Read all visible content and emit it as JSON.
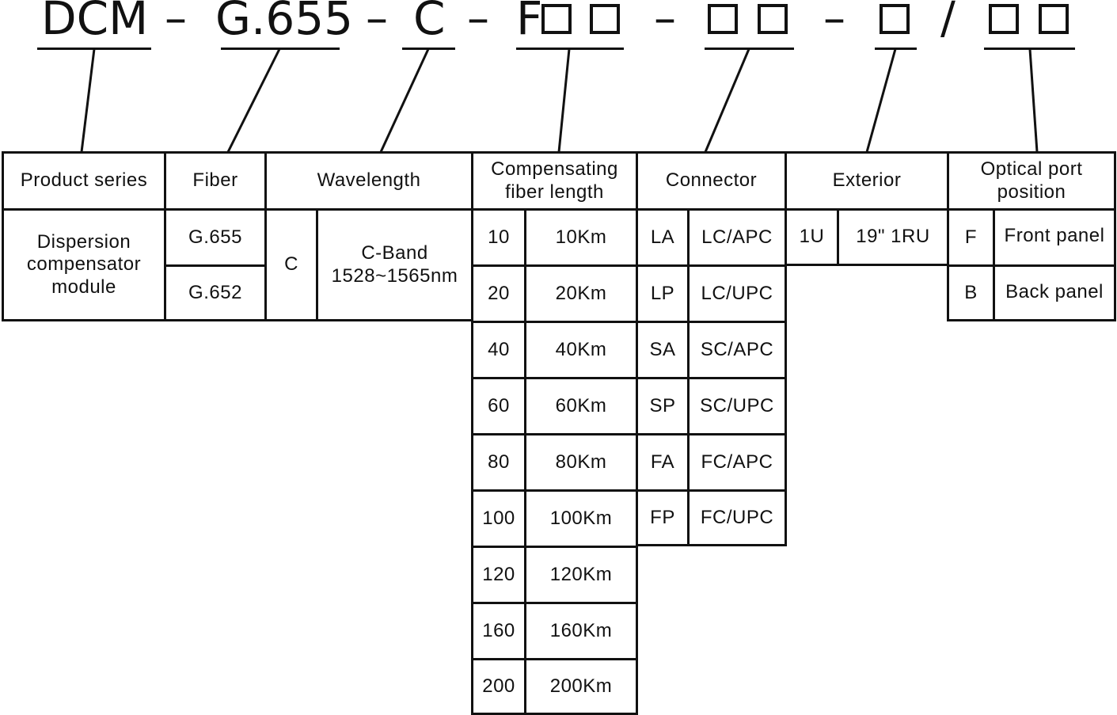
{
  "code": {
    "segments": [
      "DCM",
      "G.655",
      "C",
      "F"
    ],
    "separators": [
      "–",
      "–",
      "–",
      "–",
      "–",
      "/"
    ]
  },
  "headers": {
    "product_series": "Product series",
    "fiber": "Fiber",
    "wavelength": "Wavelength",
    "compensating_length": "Compensating fiber length",
    "connector": "Connector",
    "exterior": "Exterior",
    "optical_port": "Optical port position"
  },
  "product_series": {
    "value": "Dispersion compensator module"
  },
  "fiber": [
    "G.655",
    "G.652"
  ],
  "wavelength": {
    "code": "C",
    "name": "C-Band",
    "range": "1528~1565nm"
  },
  "compensating_length": [
    {
      "code": "10",
      "label": "10Km"
    },
    {
      "code": "20",
      "label": "20Km"
    },
    {
      "code": "40",
      "label": "40Km"
    },
    {
      "code": "60",
      "label": "60Km"
    },
    {
      "code": "80",
      "label": "80Km"
    },
    {
      "code": "100",
      "label": "100Km"
    },
    {
      "code": "120",
      "label": "120Km"
    },
    {
      "code": "160",
      "label": "160Km"
    },
    {
      "code": "200",
      "label": "200Km"
    }
  ],
  "connector": [
    {
      "code": "LA",
      "label": "LC/APC"
    },
    {
      "code": "LP",
      "label": "LC/UPC"
    },
    {
      "code": "SA",
      "label": "SC/APC"
    },
    {
      "code": "SP",
      "label": "SC/UPC"
    },
    {
      "code": "FA",
      "label": "FC/APC"
    },
    {
      "code": "FP",
      "label": "FC/UPC"
    }
  ],
  "exterior": [
    {
      "code": "1U",
      "label": "19\" 1RU"
    }
  ],
  "optical_port": [
    {
      "code": "F",
      "label": "Front panel"
    },
    {
      "code": "B",
      "label": "Back panel"
    }
  ],
  "colors": {
    "line": "#111111",
    "background": "#ffffff"
  }
}
